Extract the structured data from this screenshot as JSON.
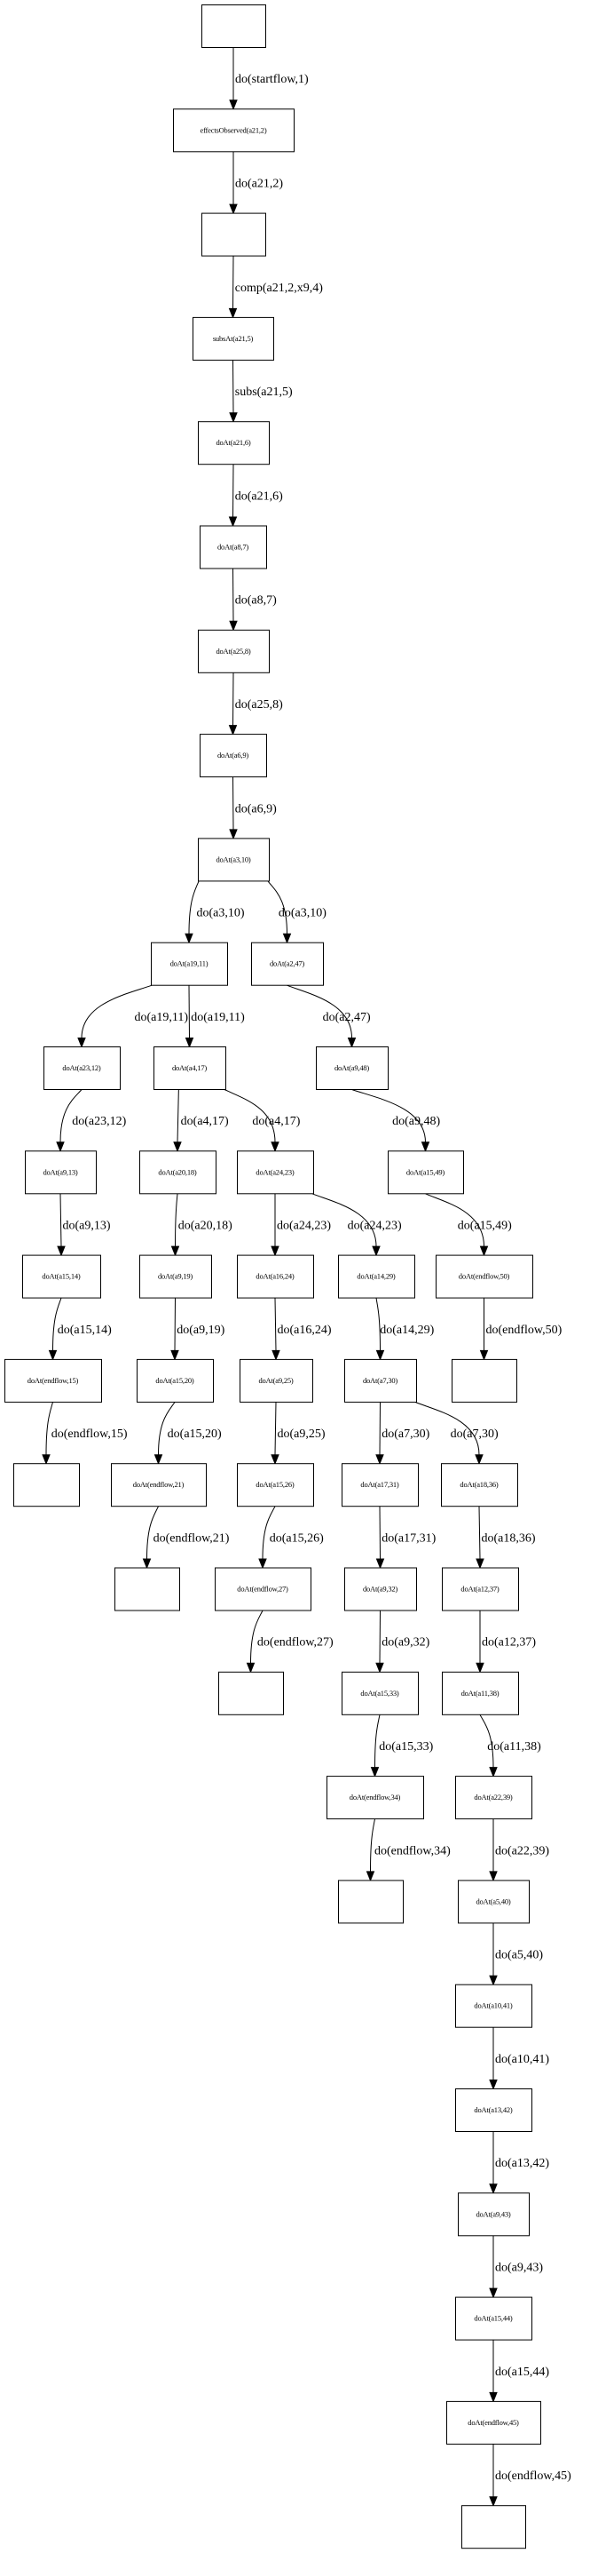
{
  "diagram": {
    "type": "directed-tree",
    "nodes": [
      {
        "id": "n0",
        "label": ""
      },
      {
        "id": "n1",
        "label": "effectsObserved(a21,2)"
      },
      {
        "id": "n2",
        "label": ""
      },
      {
        "id": "n3",
        "label": "subsAt(a21,5)"
      },
      {
        "id": "n4",
        "label": "doAt(a21,6)"
      },
      {
        "id": "n5",
        "label": "doAt(a8,7)"
      },
      {
        "id": "n6",
        "label": "doAt(a25,8)"
      },
      {
        "id": "n7",
        "label": "doAt(a6,9)"
      },
      {
        "id": "n8",
        "label": "doAt(a3,10)"
      },
      {
        "id": "n9",
        "label": "doAt(a19,11)"
      },
      {
        "id": "n10",
        "label": "doAt(a2,47)"
      },
      {
        "id": "n11",
        "label": "doAt(a23,12)"
      },
      {
        "id": "n12",
        "label": "doAt(a4,17)"
      },
      {
        "id": "n13",
        "label": "doAt(a9,48)"
      },
      {
        "id": "n14",
        "label": "doAt(a9,13)"
      },
      {
        "id": "n15",
        "label": "doAt(a20,18)"
      },
      {
        "id": "n16",
        "label": "doAt(a24,23)"
      },
      {
        "id": "n17",
        "label": "doAt(a15,49)"
      },
      {
        "id": "n18",
        "label": "doAt(a15,14)"
      },
      {
        "id": "n19",
        "label": "doAt(a9,19)"
      },
      {
        "id": "n20",
        "label": "doAt(a16,24)"
      },
      {
        "id": "n21",
        "label": "doAt(a14,29)"
      },
      {
        "id": "n22",
        "label": "doAt(endflow,50)"
      },
      {
        "id": "n23",
        "label": "doAt(endflow,15)"
      },
      {
        "id": "n24",
        "label": "doAt(a15,20)"
      },
      {
        "id": "n25",
        "label": "doAt(a9,25)"
      },
      {
        "id": "n26",
        "label": "doAt(a7,30)"
      },
      {
        "id": "n27",
        "label": ""
      },
      {
        "id": "n28",
        "label": ""
      },
      {
        "id": "n29",
        "label": "doAt(endflow,21)"
      },
      {
        "id": "n30",
        "label": "doAt(a15,26)"
      },
      {
        "id": "n31",
        "label": "doAt(a17,31)"
      },
      {
        "id": "n32",
        "label": "doAt(a18,36)"
      },
      {
        "id": "n33",
        "label": ""
      },
      {
        "id": "n34",
        "label": "doAt(endflow,27)"
      },
      {
        "id": "n35",
        "label": "doAt(a9,32)"
      },
      {
        "id": "n36",
        "label": "doAt(a12,37)"
      },
      {
        "id": "n37",
        "label": ""
      },
      {
        "id": "n38",
        "label": "doAt(a15,33)"
      },
      {
        "id": "n39",
        "label": "doAt(a11,38)"
      },
      {
        "id": "n40",
        "label": "doAt(endflow,34)"
      },
      {
        "id": "n41",
        "label": "doAt(a22,39)"
      },
      {
        "id": "n42",
        "label": ""
      },
      {
        "id": "n43",
        "label": "doAt(a5,40)"
      },
      {
        "id": "n44",
        "label": "doAt(a10,41)"
      },
      {
        "id": "n45",
        "label": "doAt(a13,42)"
      },
      {
        "id": "n46",
        "label": "doAt(a9,43)"
      },
      {
        "id": "n47",
        "label": "doAt(a15,44)"
      },
      {
        "id": "n48",
        "label": "doAt(endflow,45)"
      },
      {
        "id": "n49",
        "label": ""
      }
    ],
    "edges": [
      {
        "from": "n0",
        "to": "n1",
        "label": "do(startflow,1)"
      },
      {
        "from": "n1",
        "to": "n2",
        "label": "do(a21,2)"
      },
      {
        "from": "n2",
        "to": "n3",
        "label": "comp(a21,2,x9,4)"
      },
      {
        "from": "n3",
        "to": "n4",
        "label": "subs(a21,5)"
      },
      {
        "from": "n4",
        "to": "n5",
        "label": "do(a21,6)"
      },
      {
        "from": "n5",
        "to": "n6",
        "label": "do(a8,7)"
      },
      {
        "from": "n6",
        "to": "n7",
        "label": "do(a25,8)"
      },
      {
        "from": "n7",
        "to": "n8",
        "label": "do(a6,9)"
      },
      {
        "from": "n8",
        "to": "n9",
        "label": "do(a3,10)"
      },
      {
        "from": "n8",
        "to": "n10",
        "label": "do(a3,10)"
      },
      {
        "from": "n9",
        "to": "n11",
        "label": "do(a19,11)"
      },
      {
        "from": "n9",
        "to": "n12",
        "label": "do(a19,11)"
      },
      {
        "from": "n10",
        "to": "n13",
        "label": "do(a2,47)"
      },
      {
        "from": "n11",
        "to": "n14",
        "label": "do(a23,12)"
      },
      {
        "from": "n12",
        "to": "n15",
        "label": "do(a4,17)"
      },
      {
        "from": "n12",
        "to": "n16",
        "label": "do(a4,17)"
      },
      {
        "from": "n13",
        "to": "n17",
        "label": "do(a9,48)"
      },
      {
        "from": "n14",
        "to": "n18",
        "label": "do(a9,13)"
      },
      {
        "from": "n15",
        "to": "n19",
        "label": "do(a20,18)"
      },
      {
        "from": "n16",
        "to": "n20",
        "label": "do(a24,23)"
      },
      {
        "from": "n16",
        "to": "n21",
        "label": "do(a24,23)"
      },
      {
        "from": "n17",
        "to": "n22",
        "label": "do(a15,49)"
      },
      {
        "from": "n18",
        "to": "n23",
        "label": "do(a15,14)"
      },
      {
        "from": "n19",
        "to": "n24",
        "label": "do(a9,19)"
      },
      {
        "from": "n20",
        "to": "n25",
        "label": "do(a16,24)"
      },
      {
        "from": "n21",
        "to": "n26",
        "label": "do(a14,29)"
      },
      {
        "from": "n22",
        "to": "n27",
        "label": "do(endflow,50)"
      },
      {
        "from": "n23",
        "to": "n28",
        "label": "do(endflow,15)"
      },
      {
        "from": "n24",
        "to": "n29",
        "label": "do(a15,20)"
      },
      {
        "from": "n25",
        "to": "n30",
        "label": "do(a9,25)"
      },
      {
        "from": "n26",
        "to": "n31",
        "label": "do(a7,30)"
      },
      {
        "from": "n26",
        "to": "n32",
        "label": "do(a7,30)"
      },
      {
        "from": "n29",
        "to": "n33",
        "label": "do(endflow,21)"
      },
      {
        "from": "n30",
        "to": "n34",
        "label": "do(a15,26)"
      },
      {
        "from": "n31",
        "to": "n35",
        "label": "do(a17,31)"
      },
      {
        "from": "n32",
        "to": "n36",
        "label": "do(a18,36)"
      },
      {
        "from": "n34",
        "to": "n37",
        "label": "do(endflow,27)"
      },
      {
        "from": "n35",
        "to": "n38",
        "label": "do(a9,32)"
      },
      {
        "from": "n36",
        "to": "n39",
        "label": "do(a12,37)"
      },
      {
        "from": "n38",
        "to": "n40",
        "label": "do(a15,33)"
      },
      {
        "from": "n39",
        "to": "n41",
        "label": "do(a11,38)"
      },
      {
        "from": "n40",
        "to": "n42",
        "label": "do(endflow,34)"
      },
      {
        "from": "n41",
        "to": "n43",
        "label": "do(a22,39)"
      },
      {
        "from": "n43",
        "to": "n44",
        "label": "do(a5,40)"
      },
      {
        "from": "n44",
        "to": "n45",
        "label": "do(a10,41)"
      },
      {
        "from": "n45",
        "to": "n46",
        "label": "do(a13,42)"
      },
      {
        "from": "n46",
        "to": "n47",
        "label": "do(a9,43)"
      },
      {
        "from": "n47",
        "to": "n48",
        "label": "do(a15,44)"
      },
      {
        "from": "n48",
        "to": "n49",
        "label": "do(endflow,45)"
      }
    ]
  }
}
